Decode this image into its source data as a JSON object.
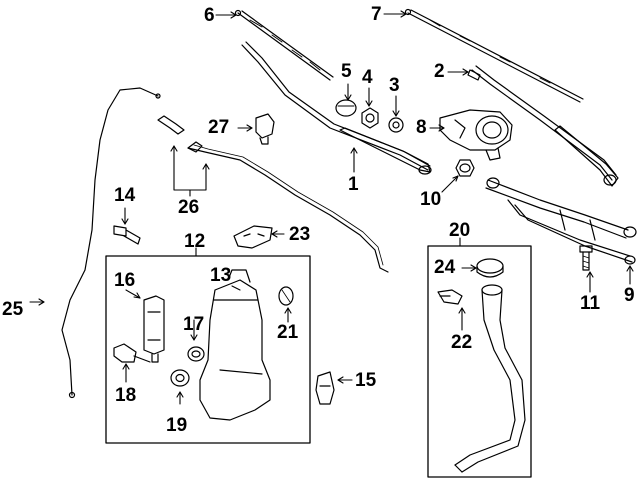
{
  "diagram": {
    "callouts": [
      {
        "id": "c1",
        "text": "1"
      },
      {
        "id": "c2",
        "text": "2"
      },
      {
        "id": "c3",
        "text": "3"
      },
      {
        "id": "c4",
        "text": "4"
      },
      {
        "id": "c5",
        "text": "5"
      },
      {
        "id": "c6",
        "text": "6"
      },
      {
        "id": "c7",
        "text": "7"
      },
      {
        "id": "c8",
        "text": "8"
      },
      {
        "id": "c9",
        "text": "9"
      },
      {
        "id": "c10",
        "text": "10"
      },
      {
        "id": "c11",
        "text": "11"
      },
      {
        "id": "c12",
        "text": "12"
      },
      {
        "id": "c13",
        "text": "13"
      },
      {
        "id": "c14",
        "text": "14"
      },
      {
        "id": "c15",
        "text": "15"
      },
      {
        "id": "c16",
        "text": "16"
      },
      {
        "id": "c17",
        "text": "17"
      },
      {
        "id": "c18",
        "text": "18"
      },
      {
        "id": "c19",
        "text": "19"
      },
      {
        "id": "c20",
        "text": "20"
      },
      {
        "id": "c21",
        "text": "21"
      },
      {
        "id": "c22",
        "text": "22"
      },
      {
        "id": "c23",
        "text": "23"
      },
      {
        "id": "c24",
        "text": "24"
      },
      {
        "id": "c25",
        "text": "25"
      },
      {
        "id": "c26",
        "text": "26"
      },
      {
        "id": "c27",
        "text": "27"
      }
    ],
    "colors": {
      "line": "#000000",
      "background": "#ffffff",
      "part_fill": "#ffffff"
    }
  }
}
